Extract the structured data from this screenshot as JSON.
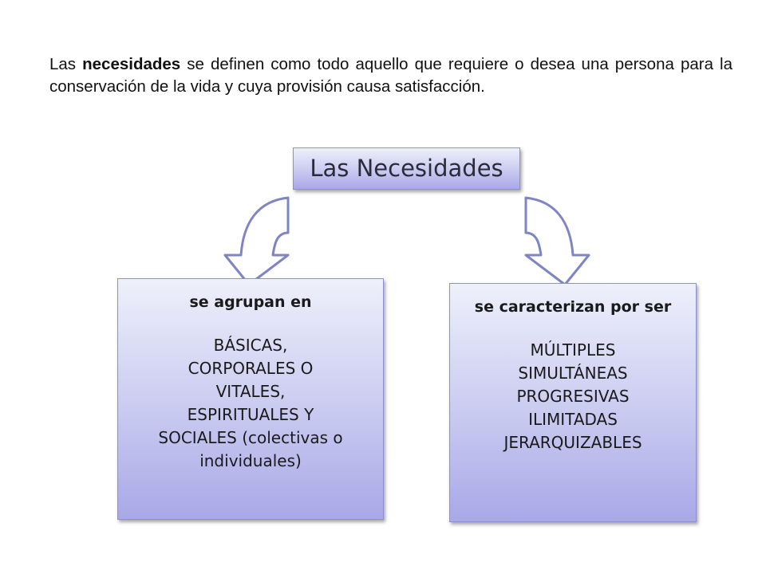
{
  "intro": {
    "part1": "Las ",
    "bold": "necesidades",
    "part2": " se definen como todo aquello que requiere o desea una persona para la conservación de la vida y cuya provisión causa satisfacción."
  },
  "central": {
    "label": "Las Necesidades"
  },
  "left_box": {
    "heading": "se agrupan en",
    "items": [
      "BÁSICAS,",
      "CORPORALES O",
      "VITALES,",
      "ESPIRITUALES Y",
      "SOCIALES (colectivas o",
      "individuales)"
    ]
  },
  "right_box": {
    "heading": "se caracterizan por ser",
    "items": [
      "MÚLTIPLES",
      "SIMULTÁNEAS",
      "PROGRESIVAS",
      "ILIMITADAS",
      "JERARQUIZABLES"
    ]
  },
  "colors": {
    "box_fill_top": "#eef0fb",
    "box_fill_bottom": "#a9a8e8",
    "box_border": "#8d8fd0",
    "arrow_stroke": "#7f84c4"
  }
}
